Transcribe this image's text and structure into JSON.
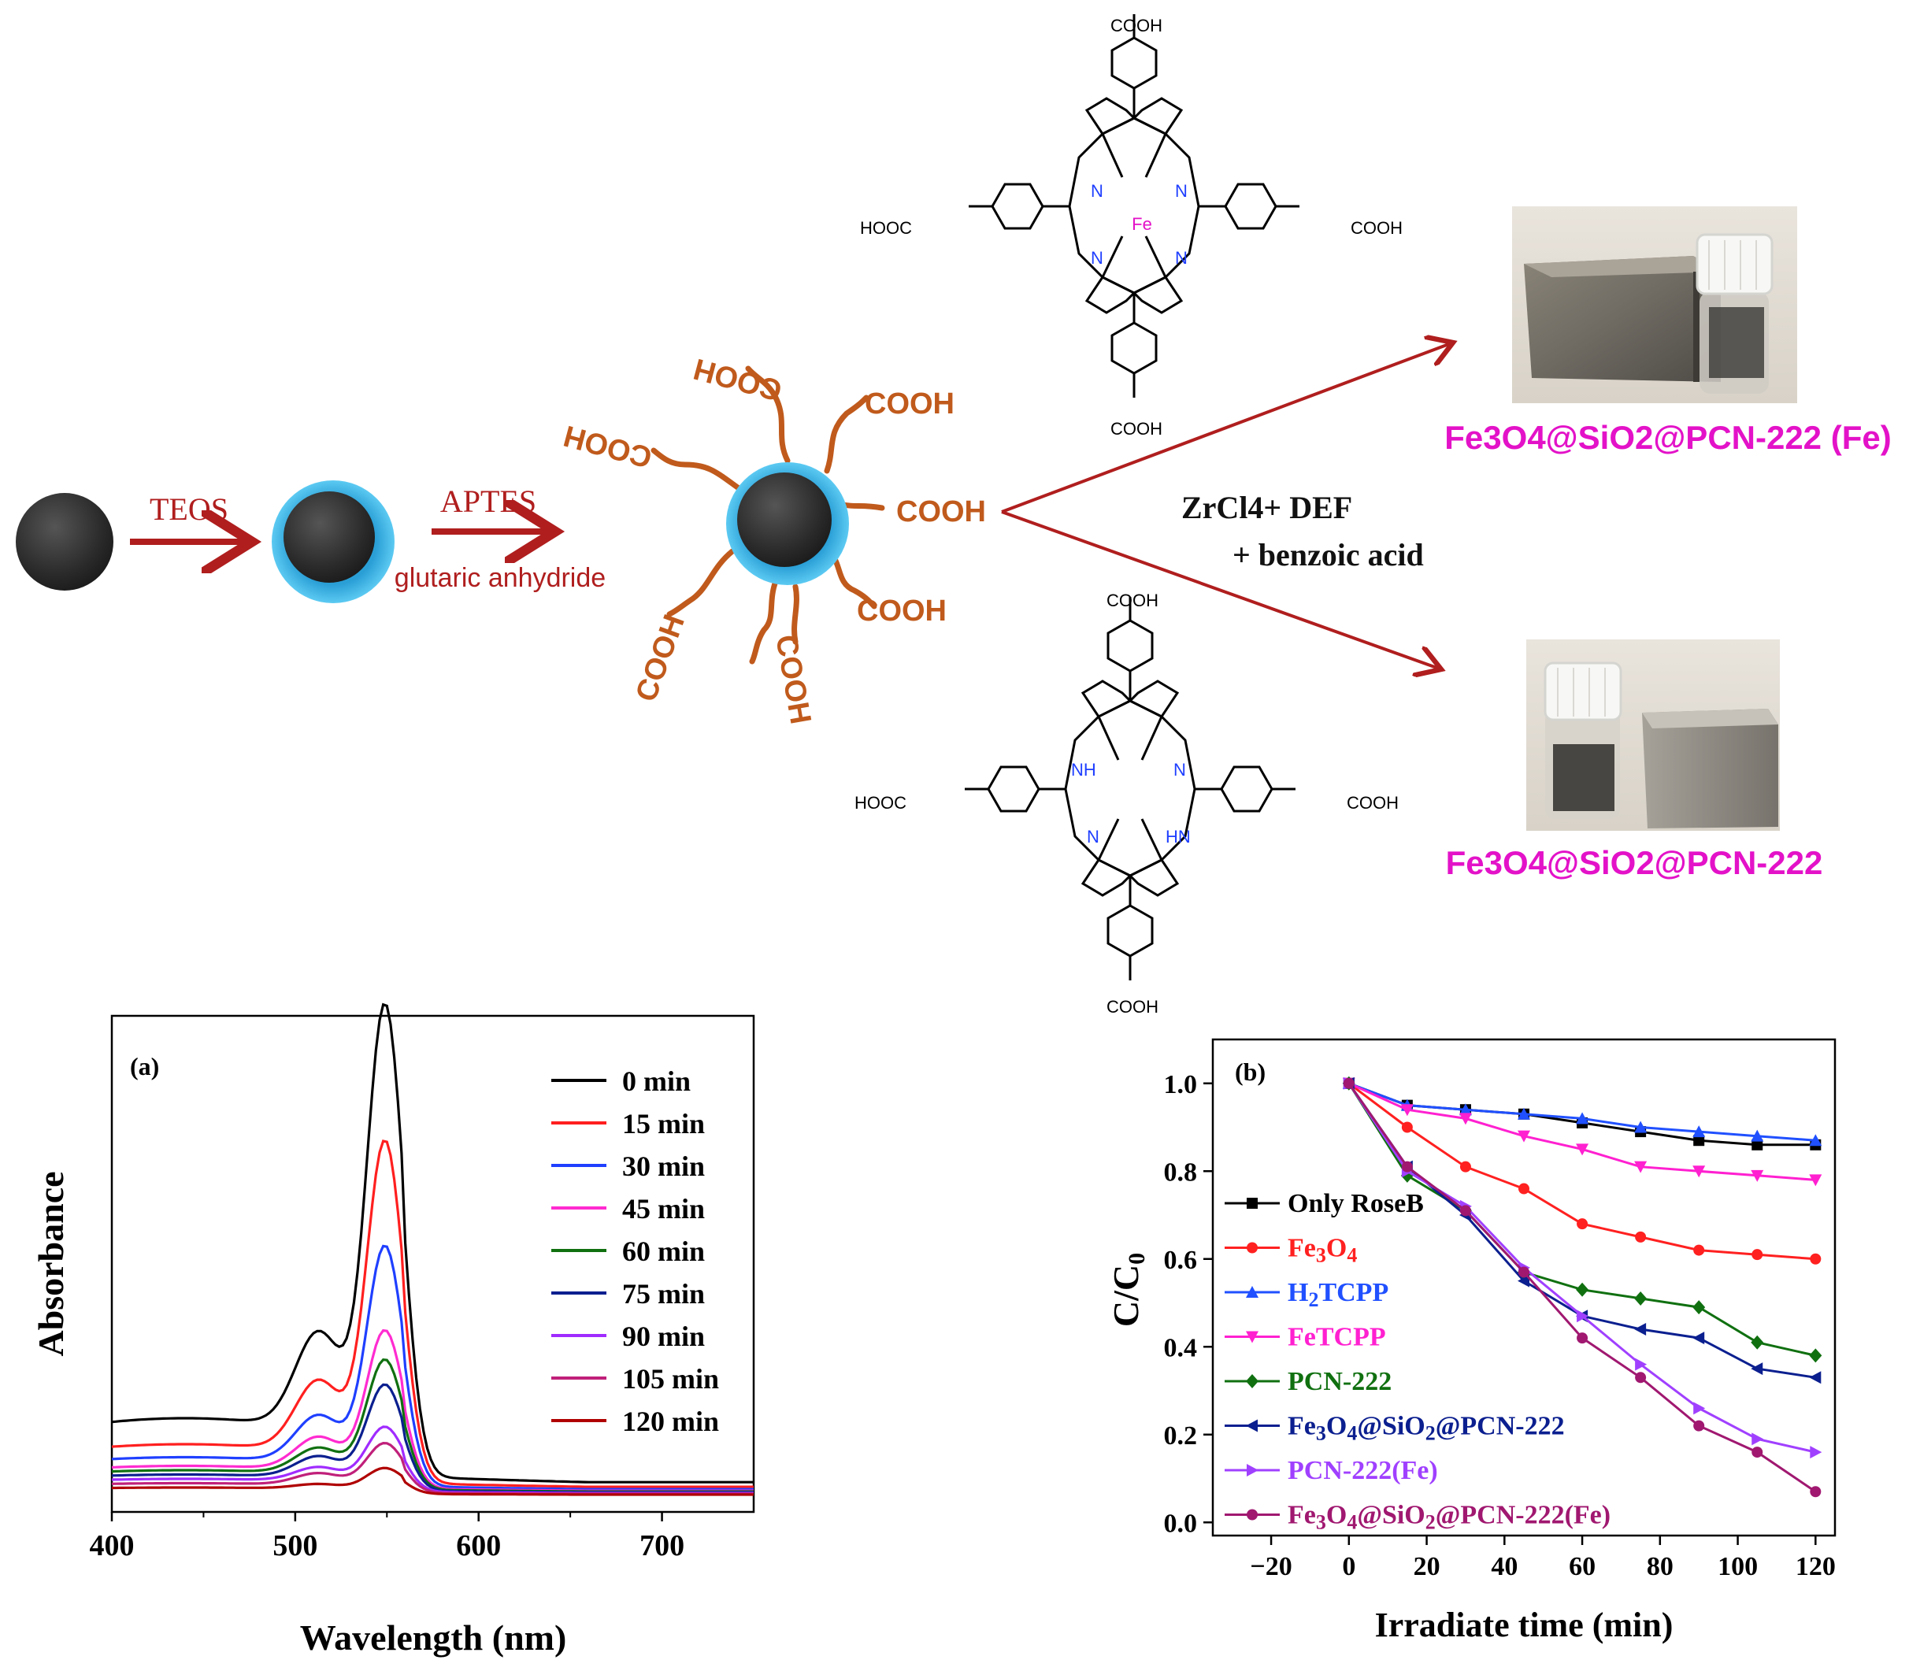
{
  "scheme": {
    "step1_reagent": "TEOS",
    "step2_reagent": "APTES",
    "step2_sub": "glutaric anhydride",
    "cooh": "COOH",
    "hooc": "HOOC",
    "conditions_line1": "ZrCl4+ DEF",
    "conditions_line2": "+ benzoic acid",
    "top_product": "Fe3O4@SiO2@PCN-222 (Fe)",
    "bottom_product": "Fe3O4@SiO2@PCN-222",
    "top_linker_center": "Fe",
    "atoms": {
      "N": "N",
      "NH": "NH",
      "HN": "HN"
    },
    "colors": {
      "arrow": "#b01e1e",
      "arm": "#c05a1c",
      "product_label": "#e312c8",
      "core": "#2a2a2a",
      "shell": "#37b3e6"
    }
  },
  "chart_data": [
    {
      "type": "line",
      "panel_label": "(a)",
      "xlabel": "Wavelength (nm)",
      "ylabel": "Absorbance",
      "xlim": [
        400,
        750
      ],
      "xticks": [
        400,
        500,
        600,
        700
      ],
      "grid": false,
      "legend_position": "top-right",
      "peak_wavelength": 549,
      "shoulder_wavelength": 513,
      "series": [
        {
          "name": "0 min",
          "color": "#000000",
          "peak": 1.0,
          "shoulder": 0.41,
          "baseline": 0.18
        },
        {
          "name": "15 min",
          "color": "#ff1f1f",
          "peak": 0.73,
          "shoulder": 0.3,
          "baseline": 0.12
        },
        {
          "name": "30 min",
          "color": "#1f3fff",
          "peak": 0.51,
          "shoulder": 0.2,
          "baseline": 0.09
        },
        {
          "name": "45 min",
          "color": "#ff2bd0",
          "peak": 0.33,
          "shoulder": 0.14,
          "baseline": 0.07
        },
        {
          "name": "60 min",
          "color": "#107010",
          "peak": 0.27,
          "shoulder": 0.11,
          "baseline": 0.06
        },
        {
          "name": "75 min",
          "color": "#0b1f8f",
          "peak": 0.22,
          "shoulder": 0.09,
          "baseline": 0.05
        },
        {
          "name": "90 min",
          "color": "#a02bff",
          "peak": 0.13,
          "shoulder": 0.06,
          "baseline": 0.04
        },
        {
          "name": "105 min",
          "color": "#c0207a",
          "peak": 0.1,
          "shoulder": 0.05,
          "baseline": 0.03
        },
        {
          "name": "120 min",
          "color": "#b00000",
          "peak": 0.05,
          "shoulder": 0.02,
          "baseline": 0.02
        }
      ]
    },
    {
      "type": "line",
      "panel_label": "(b)",
      "xlabel": "Irradiate time (min)",
      "ylabel": "C/C0",
      "xlim": [
        -35,
        125
      ],
      "ylim": [
        -0.03,
        1.1
      ],
      "xticks": [
        -20,
        0,
        20,
        40,
        60,
        80,
        100,
        120
      ],
      "yticks": [
        0.0,
        0.2,
        0.4,
        0.6,
        0.8,
        1.0
      ],
      "ytick_labels": [
        "0.0",
        "0.2",
        "0.4",
        "0.6",
        "0.8",
        "1.0"
      ],
      "grid": false,
      "legend_position": "left",
      "x": [
        0,
        15,
        30,
        45,
        60,
        75,
        90,
        105,
        120
      ],
      "series": [
        {
          "name": "Only RoseB",
          "html": "Only RoseB",
          "color": "#000000",
          "marker": "square",
          "values": [
            1.0,
            0.95,
            0.94,
            0.93,
            0.91,
            0.89,
            0.87,
            0.86,
            0.86
          ]
        },
        {
          "name": "Fe3O4",
          "html": "Fe<tspan baseline-shift=\"-25%\" font-size=\"26\">3</tspan>O<tspan baseline-shift=\"-25%\" font-size=\"26\">4</tspan>",
          "color": "#ff2020",
          "marker": "circle",
          "values": [
            1.0,
            0.9,
            0.81,
            0.76,
            0.68,
            0.65,
            0.62,
            0.61,
            0.6
          ]
        },
        {
          "name": "H2TCPP",
          "html": "H<tspan baseline-shift=\"-25%\" font-size=\"26\">2</tspan>TCPP",
          "color": "#2050ff",
          "marker": "triangle-up",
          "values": [
            1.0,
            0.95,
            0.94,
            0.93,
            0.92,
            0.9,
            0.89,
            0.88,
            0.87
          ]
        },
        {
          "name": "FeTCPP",
          "html": "FeTCPP",
          "color": "#ff20d0",
          "marker": "triangle-down",
          "values": [
            1.0,
            0.94,
            0.92,
            0.88,
            0.85,
            0.81,
            0.8,
            0.79,
            0.78
          ]
        },
        {
          "name": "PCN-222",
          "html": "PCN-222",
          "color": "#107010",
          "marker": "diamond",
          "values": [
            1.0,
            0.79,
            0.71,
            0.57,
            0.53,
            0.51,
            0.49,
            0.41,
            0.38
          ]
        },
        {
          "name": "Fe3O4@SiO2@PCN-222",
          "html": "Fe<tspan baseline-shift=\"-25%\" font-size=\"26\">3</tspan>O<tspan baseline-shift=\"-25%\" font-size=\"26\">4</tspan>@SiO<tspan baseline-shift=\"-25%\" font-size=\"26\">2</tspan>@PCN-222",
          "color": "#0b1f8f",
          "marker": "triangle-left",
          "values": [
            1.0,
            0.81,
            0.7,
            0.55,
            0.47,
            0.44,
            0.42,
            0.35,
            0.33
          ]
        },
        {
          "name": "PCN-222(Fe)",
          "html": "PCN-222(Fe)",
          "color": "#a040ff",
          "marker": "triangle-right",
          "values": [
            1.0,
            0.8,
            0.72,
            0.58,
            0.47,
            0.36,
            0.26,
            0.19,
            0.16
          ]
        },
        {
          "name": "Fe3O4@SiO2@PCN-222(Fe)",
          "html": "Fe<tspan baseline-shift=\"-25%\" font-size=\"26\">3</tspan>O<tspan baseline-shift=\"-25%\" font-size=\"26\">4</tspan>@SiO<tspan baseline-shift=\"-25%\" font-size=\"26\">2</tspan>@PCN-222(Fe)",
          "color": "#a01870",
          "marker": "circle",
          "values": [
            1.0,
            0.81,
            0.71,
            0.57,
            0.42,
            0.33,
            0.22,
            0.16,
            0.07
          ]
        }
      ]
    }
  ]
}
